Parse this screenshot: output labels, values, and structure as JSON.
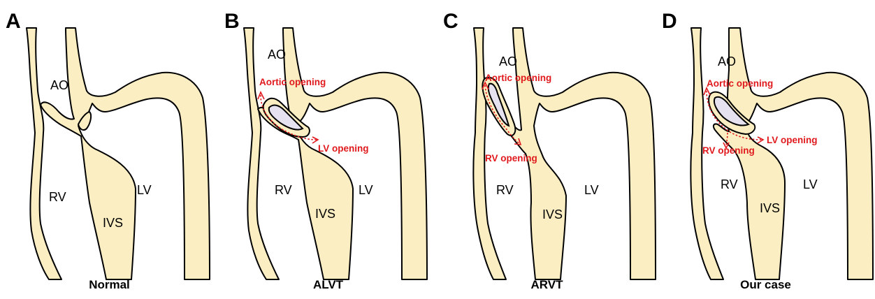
{
  "panels": [
    {
      "letter": "A",
      "caption": "Normal",
      "labels": {
        "ao": "AO",
        "rv": "RV",
        "lv": "LV",
        "ivs": "IVS"
      }
    },
    {
      "letter": "B",
      "caption": "ALVT",
      "labels": {
        "ao": "AO",
        "rv": "RV",
        "lv": "LV",
        "ivs": "IVS"
      },
      "annotations": {
        "aortic": "Aortic opening",
        "lv": "LV opening"
      }
    },
    {
      "letter": "C",
      "caption": "ARVT",
      "labels": {
        "ao": "AO",
        "rv": "RV",
        "lv": "LV",
        "ivs": "IVS"
      },
      "annotations": {
        "aortic": "Aortic opening",
        "rv": "RV opening"
      }
    },
    {
      "letter": "D",
      "caption": "Our case",
      "labels": {
        "ao": "AO",
        "rv": "RV",
        "lv": "LV",
        "ivs": "IVS"
      },
      "annotations": {
        "aortic": "Aortic opening",
        "lv": "LV opening",
        "rv": "RV opening"
      }
    }
  ],
  "colors": {
    "tissue": "#fbeec2",
    "annotation": "#e0191d",
    "outline": "#000000"
  }
}
